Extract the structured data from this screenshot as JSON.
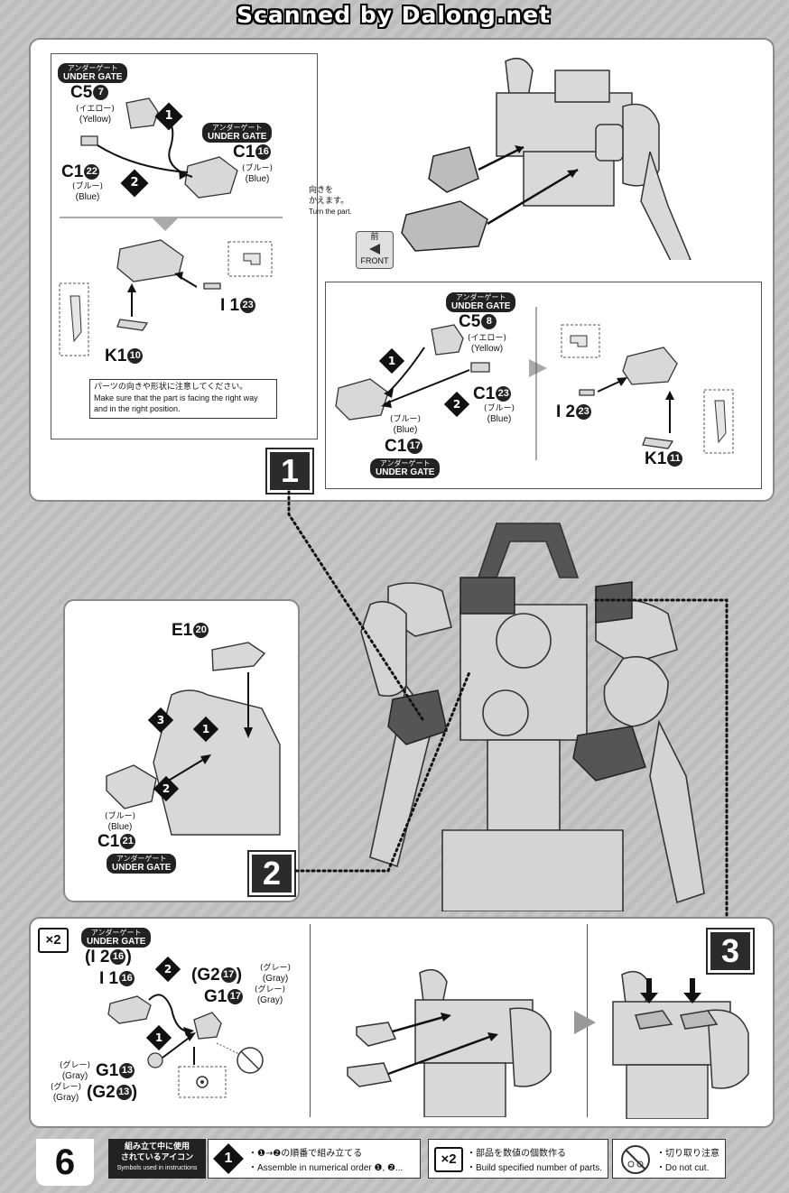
{
  "header": {
    "watermark": "Scanned by Dalong.net"
  },
  "under_gate": {
    "ja": "アンダーゲート",
    "en": "UNDER GATE"
  },
  "colors": {
    "yellow_ja": "(イエロー)",
    "yellow_en": "(Yellow)",
    "blue_ja": "(ブルー)",
    "blue_en": "(Blue)",
    "gray_ja": "(グレー)",
    "gray_en": "(Gray)"
  },
  "step1": {
    "number": "1",
    "part_c5_7": {
      "code": "C5",
      "num": "7"
    },
    "part_c1_16": {
      "code": "C1",
      "num": "16"
    },
    "part_c1_22": {
      "code": "C1",
      "num": "22"
    },
    "part_i1_23": {
      "code": "I 1",
      "num": "23"
    },
    "part_k1_10": {
      "code": "K1",
      "num": "10"
    },
    "turn_ja1": "向きを",
    "turn_ja2": "かえます。",
    "turn_en": "Turn the part.",
    "front_ja": "前",
    "front_en": "FRONT",
    "caution_ja": "パーツの向きや形状に注意してください。",
    "caution_en1": "Make sure that the part is facing the right way",
    "caution_en2": "and in the right position.",
    "part_c5_8": {
      "code": "C5",
      "num": "8"
    },
    "part_c1_23": {
      "code": "C1",
      "num": "23"
    },
    "part_c1_17": {
      "code": "C1",
      "num": "17"
    },
    "part_i2_23": {
      "code": "I 2",
      "num": "23"
    },
    "part_k1_11": {
      "code": "K1",
      "num": "11"
    },
    "order_1": "1",
    "order_2": "2"
  },
  "step2": {
    "number": "2",
    "part_e1_20": {
      "code": "E1",
      "num": "20"
    },
    "part_c1_21": {
      "code": "C1",
      "num": "21"
    },
    "order_1": "1",
    "order_2": "2",
    "order_3": "3"
  },
  "step3": {
    "number": "3",
    "multiplier": "×2",
    "part_i2_16": {
      "code": "(I 2",
      "num": "16",
      "close": ")"
    },
    "part_i1_16": {
      "code": "I 1",
      "num": "16"
    },
    "part_g2_17": {
      "code": "(G2",
      "num": "17",
      "close": ")"
    },
    "part_g1_17": {
      "code": "G1",
      "num": "17"
    },
    "part_g1_13": {
      "code": "G1",
      "num": "13"
    },
    "part_g2_13": {
      "code": "(G2",
      "num": "13",
      "close": ")"
    },
    "order_1": "1",
    "order_2": "2"
  },
  "footer": {
    "page_number": "6",
    "icons_ja1": "組み立て中に使用",
    "icons_ja2": "されているアイコン",
    "icons_en": "Symbols used in instructions",
    "assemble_ja": "・❶→❷の順番で組み立てる",
    "assemble_en": "・Assemble in numerical order ❶, ❷...",
    "build_ja": "・部品を数値の個数作る",
    "build_en": "・Build specified number of parts.",
    "build_icon": "×2",
    "cut_ja": "・切り取り注意",
    "cut_en": "・Do not cut.",
    "step_icon": "1"
  }
}
